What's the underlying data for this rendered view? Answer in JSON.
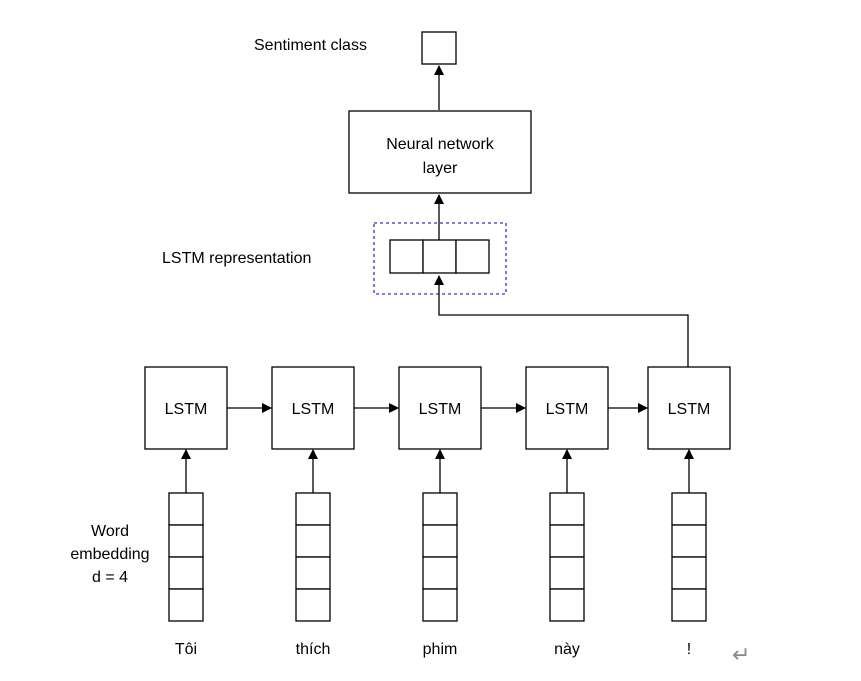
{
  "output": {
    "label": "Sentiment class"
  },
  "nn": {
    "line1": "Neural network",
    "line2": "layer"
  },
  "repr": {
    "label": "LSTM representation"
  },
  "embedding": {
    "line1": "Word",
    "line2": "embedding",
    "line3": "d = 4"
  },
  "cells": [
    {
      "label": "LSTM",
      "word": "Tôi"
    },
    {
      "label": "LSTM",
      "word": "thích"
    },
    {
      "label": "LSTM",
      "word": "phim"
    },
    {
      "label": "LSTM",
      "word": "này"
    },
    {
      "label": "LSTM",
      "word": "!"
    }
  ],
  "return_icon": "return-arrow-icon"
}
